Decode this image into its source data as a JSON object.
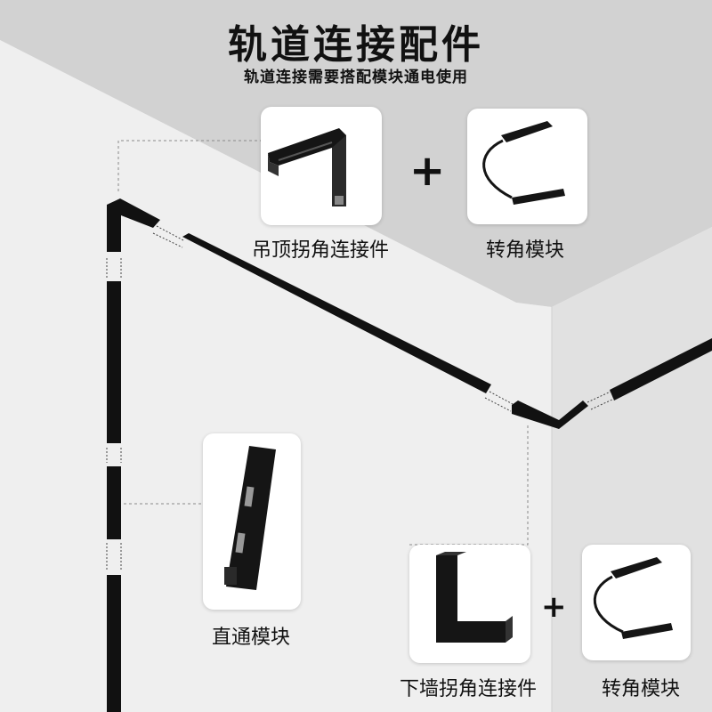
{
  "header": {
    "title": "轨道连接配件",
    "subtitle": "轨道连接需要搭配模块通电使用"
  },
  "products": {
    "ceiling_corner": {
      "label": "吊顶拐角连接件"
    },
    "corner_module_top": {
      "label": "转角模块"
    },
    "straight_module": {
      "label": "直通模块"
    },
    "wall_corner": {
      "label": "下墙拐角连接件"
    },
    "corner_module_bottom": {
      "label": "转角模块"
    }
  },
  "plus_sign": "+",
  "colors": {
    "ceiling": "#d3d3d3",
    "wall_left": "#f0f0f0",
    "wall_right": "#e2e2e2",
    "rail": "#111111",
    "text": "#111111"
  }
}
